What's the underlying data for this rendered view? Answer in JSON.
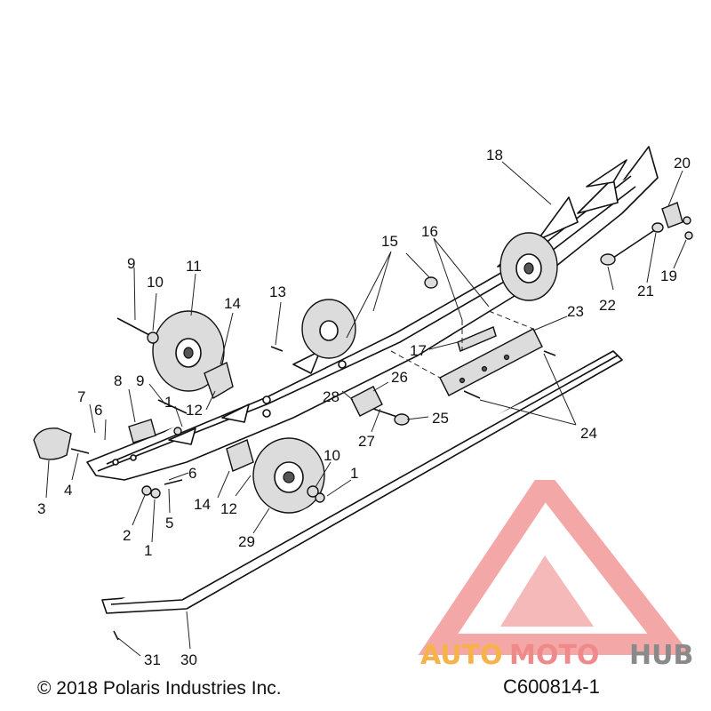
{
  "diagram": {
    "callouts": {
      "c1a": "1",
      "c1b": "1",
      "c1c": "1",
      "c2": "2",
      "c3": "3",
      "c4": "4",
      "c5": "5",
      "c6a": "6",
      "c6b": "6",
      "c7": "7",
      "c8": "8",
      "c9a": "9",
      "c9b": "9",
      "c10a": "10",
      "c10b": "10",
      "c11": "11",
      "c12a": "12",
      "c12b": "12",
      "c13": "13",
      "c14a": "14",
      "c14b": "14",
      "c15": "15",
      "c16": "16",
      "c17": "17",
      "c18": "18",
      "c19": "19",
      "c20": "20",
      "c21": "21",
      "c22": "22",
      "c23": "23",
      "c24": "24",
      "c25": "25",
      "c26": "26",
      "c27": "27",
      "c28": "28",
      "c29": "29",
      "c30": "30",
      "c31": "31"
    }
  },
  "footer": {
    "copyright": "© 2018 Polaris Industries Inc.",
    "drawing_id": "C600814-1"
  },
  "watermark": {
    "word_auto": "AUTO",
    "word_moto": "MOTO",
    "word_hub": "HUB",
    "colors": {
      "logo": "#f08a8a",
      "auto": "#f7b24a",
      "moto": "#f08a8a",
      "hub": "#8a8a8a"
    }
  }
}
